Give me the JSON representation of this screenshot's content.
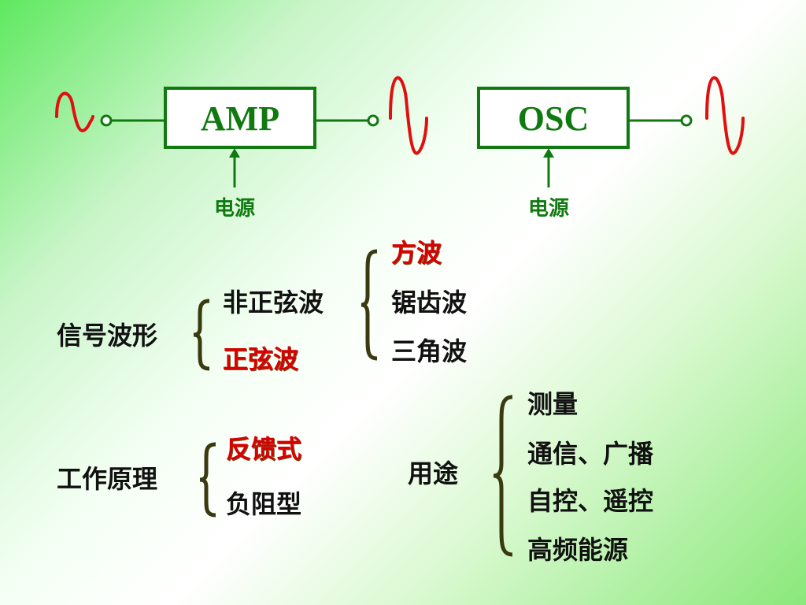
{
  "diagram": {
    "amp_label": "AMP",
    "osc_label": "OSC",
    "amp_power_label": "电源",
    "osc_power_label": "电源",
    "colors": {
      "box": "#107a10",
      "wave": "#e01010",
      "brace": "#3a3a10"
    }
  },
  "signal": {
    "title": "信号波形",
    "nonsine": "非正弦波",
    "sine": "正弦波",
    "square": "方波",
    "sawtooth": "锯齿波",
    "triangle": "三角波"
  },
  "principle": {
    "title": "工作原理",
    "feedback": "反馈式",
    "negative_resistance": "负阻型"
  },
  "usage": {
    "title": "用途",
    "items": [
      "测量",
      "通信、广播",
      "自控、遥控",
      "高频能源"
    ]
  }
}
